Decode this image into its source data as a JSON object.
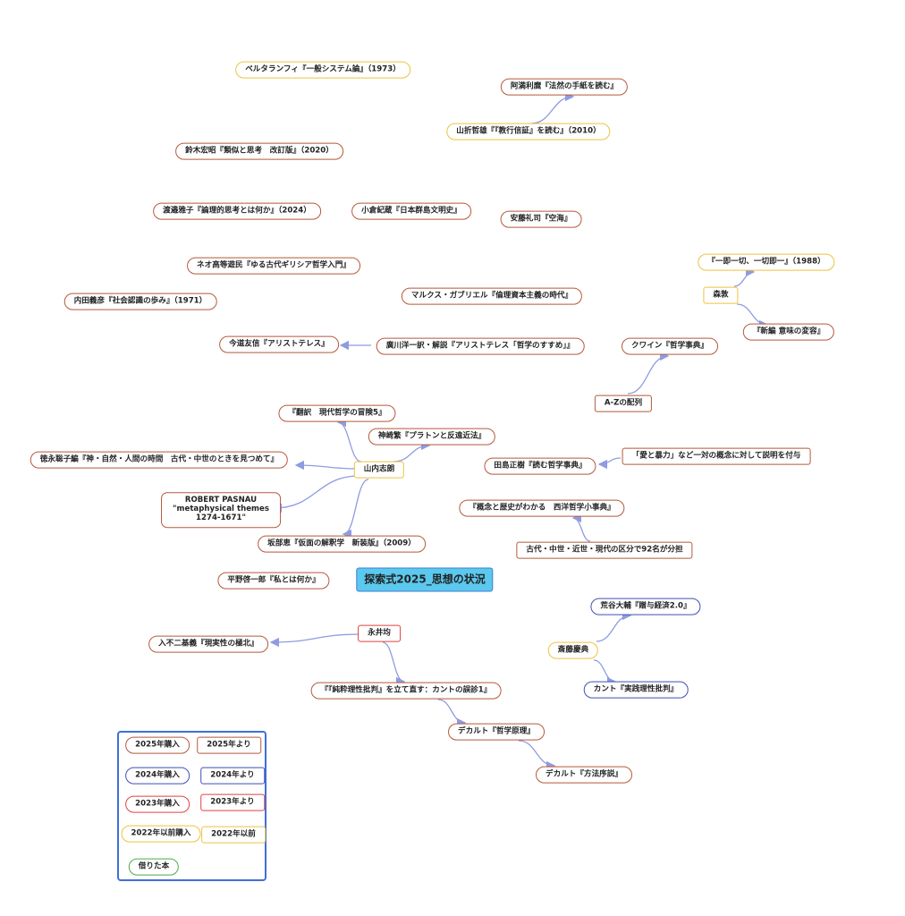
{
  "title": "探索式2025_思想の状況",
  "colors": {
    "c2025": "#b5583a",
    "c2024": "#3e4fb4",
    "c2023": "#e14040",
    "c2022": "#edc23e",
    "borrowed": "#4caa47",
    "center_border": "#3d7bd6",
    "center_fill": "#5bc8ee",
    "edge": "#8f9be0",
    "legend_border": "#3f6fd9"
  },
  "nodes": [
    {
      "id": "center",
      "text": "探索式2025_思想の状況",
      "color": "center",
      "shape": "center"
    },
    {
      "id": "bertalanffy",
      "text": "ベルタランフィ『一般システム論』（1973）",
      "color": "c2022",
      "shape": "pill"
    },
    {
      "id": "amaki",
      "text": "阿満利麿『法然の手紙を読む』",
      "color": "c2025",
      "shape": "pill"
    },
    {
      "id": "yamaori",
      "text": "山折哲雄『『教行信証』を読む』（2010）",
      "color": "c2022",
      "shape": "pill"
    },
    {
      "id": "suzuki",
      "text": "鈴木宏昭『類似と思考　改訂版』（2020）",
      "color": "c2025",
      "shape": "pill"
    },
    {
      "id": "watanabe",
      "text": "渡邉雅子『論理的思考とは何か』（2024）",
      "color": "c2025",
      "shape": "pill"
    },
    {
      "id": "ogura",
      "text": "小倉紀蔵『日本群島文明史』",
      "color": "c2025",
      "shape": "pill"
    },
    {
      "id": "ando",
      "text": "安藤礼司『空海』",
      "color": "c2025",
      "shape": "pill"
    },
    {
      "id": "neo",
      "text": "ネオ高等遊民『ゆる古代ギリシア哲学入門』",
      "color": "c2025",
      "shape": "pill"
    },
    {
      "id": "uchida",
      "text": "内田義彦『社会認識の歩み』（1971）",
      "color": "c2025",
      "shape": "pill"
    },
    {
      "id": "gabriel",
      "text": "マルクス・ガブリエル『倫理資本主義の時代』",
      "color": "c2025",
      "shape": "pill"
    },
    {
      "id": "imamichi",
      "text": "今道友信『アリストテレス』",
      "color": "c2025",
      "shape": "pill"
    },
    {
      "id": "hirokawa",
      "text": "廣川洋一訳・解説『アリストテレス「哲学のすすめ」』",
      "color": "c2025",
      "shape": "pill"
    },
    {
      "id": "soichi",
      "text": "『一即一切、一切即一』（1988）",
      "color": "c2022",
      "shape": "pill"
    },
    {
      "id": "mori",
      "text": "森敦",
      "color": "c2022",
      "shape": "rect"
    },
    {
      "id": "shinpen",
      "text": "『新編 意味の変容』",
      "color": "c2025",
      "shape": "pill"
    },
    {
      "id": "quine",
      "text": "クワイン『哲学事典』",
      "color": "c2025",
      "shape": "pill"
    },
    {
      "id": "az",
      "text": "A-Zの配列",
      "color": "c2025",
      "shape": "rect"
    },
    {
      "id": "honyaku",
      "text": "『翻訳　現代哲学の冒険5』",
      "color": "c2025",
      "shape": "pill"
    },
    {
      "id": "kanzaki",
      "text": "神崎繁『プラトンと反遠近法』",
      "color": "c2025",
      "shape": "pill"
    },
    {
      "id": "tokunaga",
      "text": "徳永聡子編『神・自然・人間の時間　古代・中世のときを見つめて』",
      "color": "c2025",
      "shape": "pill"
    },
    {
      "id": "yamauchi",
      "text": "山内志朗",
      "color": "c2022",
      "shape": "rect"
    },
    {
      "id": "pasnau",
      "text": "ROBERT PASNAU\n\"metaphysical themes\n1274-1671\"",
      "color": "c2025",
      "shape": "multi"
    },
    {
      "id": "sakabe",
      "text": "坂部恵『仮面の解釈学　新装版』（2009）",
      "color": "c2025",
      "shape": "pill"
    },
    {
      "id": "tajima",
      "text": "田島正樹『読む哲学事典』",
      "color": "c2025",
      "shape": "pill"
    },
    {
      "id": "aitobouryoku",
      "text": "「愛と暴力」など一対の概念に対して説明を付与",
      "color": "c2025",
      "shape": "rect"
    },
    {
      "id": "gainen",
      "text": "『概念と歴史がわかる　西洋哲学小事典』",
      "color": "c2025",
      "shape": "pill"
    },
    {
      "id": "kodai",
      "text": "古代・中世・近世・現代の区分で92名が分担",
      "color": "c2025",
      "shape": "rect"
    },
    {
      "id": "hirano",
      "text": "平野啓一郎『私とは何か』",
      "color": "c2025",
      "shape": "pill"
    },
    {
      "id": "nagai",
      "text": "永井均",
      "color": "c2023",
      "shape": "rect"
    },
    {
      "id": "irifuji",
      "text": "入不二基義『現実性の極北』",
      "color": "c2025",
      "shape": "pill"
    },
    {
      "id": "junsui",
      "text": "『『純粋理性批判』を立て直す：カントの誤診1』",
      "color": "c2025",
      "shape": "pill"
    },
    {
      "id": "descartes1",
      "text": "デカルト『哲学原理』",
      "color": "c2025",
      "shape": "pill"
    },
    {
      "id": "descartes2",
      "text": "デカルト『方法序説』",
      "color": "c2025",
      "shape": "pill"
    },
    {
      "id": "araya",
      "text": "荒谷大輔『贈与経済2.0』",
      "color": "c2024",
      "shape": "pill"
    },
    {
      "id": "saito",
      "text": "斎藤慶典",
      "color": "c2022",
      "shape": "pill"
    },
    {
      "id": "kant",
      "text": "カント『実践理性批判』",
      "color": "c2024",
      "shape": "pill"
    }
  ],
  "edges": [
    [
      "yamaori",
      "amaki"
    ],
    [
      "hirokawa",
      "imamichi"
    ],
    [
      "mori",
      "soichi"
    ],
    [
      "mori",
      "shinpen"
    ],
    [
      "az",
      "quine"
    ],
    [
      "yamauchi",
      "honyaku"
    ],
    [
      "yamauchi",
      "kanzaki"
    ],
    [
      "yamauchi",
      "tokunaga"
    ],
    [
      "yamauchi",
      "pasnau"
    ],
    [
      "yamauchi",
      "sakabe"
    ],
    [
      "aitobouryoku",
      "tajima"
    ],
    [
      "kodai",
      "gainen"
    ],
    [
      "nagai",
      "irifuji"
    ],
    [
      "nagai",
      "junsui"
    ],
    [
      "junsui",
      "descartes1"
    ],
    [
      "descartes1",
      "descartes2"
    ],
    [
      "saito",
      "araya"
    ],
    [
      "saito",
      "kant"
    ]
  ],
  "legend": [
    {
      "id": "l1",
      "text": "2025年購入",
      "color": "c2025",
      "shape": "pill"
    },
    {
      "id": "l2",
      "text": "2025年より",
      "color": "c2025",
      "shape": "rect"
    },
    {
      "id": "l3",
      "text": "2024年購入",
      "color": "c2024",
      "shape": "pill"
    },
    {
      "id": "l4",
      "text": "2024年より",
      "color": "c2024",
      "shape": "rect"
    },
    {
      "id": "l5",
      "text": "2023年購入",
      "color": "c2023",
      "shape": "pill"
    },
    {
      "id": "l6",
      "text": "2023年より",
      "color": "c2023",
      "shape": "rect"
    },
    {
      "id": "l7",
      "text": "2022年以前購入",
      "color": "c2022",
      "shape": "pill"
    },
    {
      "id": "l8",
      "text": "2022年以前",
      "color": "c2022",
      "shape": "rect"
    },
    {
      "id": "l9",
      "text": "借りた本",
      "color": "borrowed",
      "shape": "pill"
    }
  ]
}
